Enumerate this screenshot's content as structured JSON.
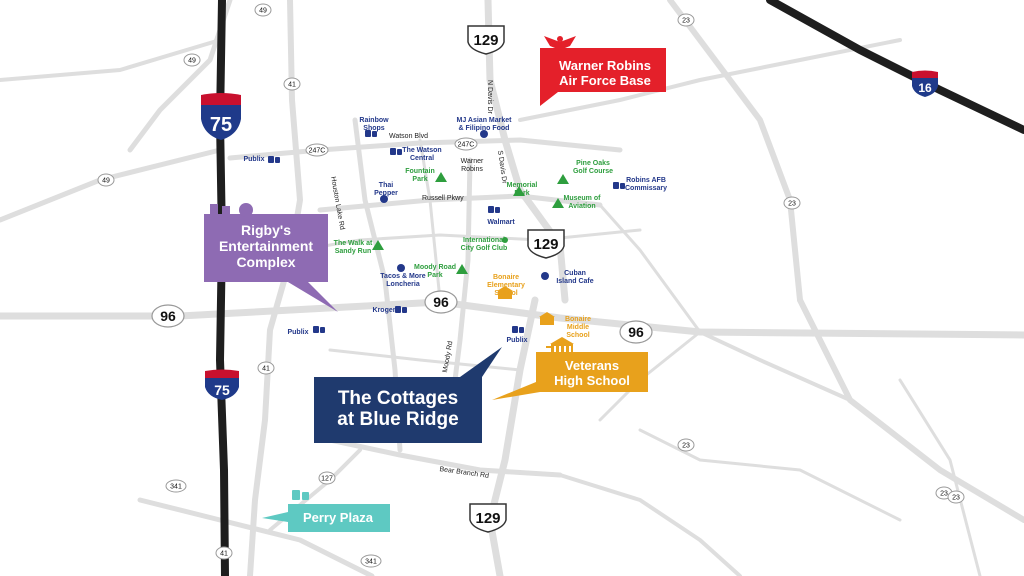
{
  "colors": {
    "road": "#dedede",
    "interstate_blue": "#1f3a8a",
    "interstate_red": "#c8102e",
    "callout_purple": "#8e6bb3",
    "callout_red": "#e4202a",
    "callout_navy": "#1f3a6e",
    "callout_gold": "#e8a11c",
    "callout_teal": "#5ec9c2",
    "poi_green": "#2e9e3e",
    "poi_blue": "#23388a",
    "poi_orange": "#e8a11c"
  },
  "callouts": {
    "warner": "Warner Robins\nAir Force Base",
    "rigby": "Rigby's\nEntertainment\nComplex",
    "cottages": "The Cottages\nat Blue Ridge",
    "veterans": "Veterans\nHigh School",
    "perry": "Perry Plaza"
  },
  "interstates": {
    "i75_top": "75",
    "i75_bottom": "75",
    "i16": "16"
  },
  "us_shields": {
    "us129_top": "129",
    "us129_mid": "129",
    "us129_bottom": "129"
  },
  "state_routes": {
    "sr49_a": "49",
    "sr49_b": "49",
    "sr49_c": "49",
    "sr41_a": "41",
    "sr41_b": "41",
    "sr41_c": "41",
    "sr23_a": "23",
    "sr23_b": "23",
    "sr23_c": "23",
    "sr23_d": "23",
    "sr23_e": "23",
    "sr96_a": "96",
    "sr96_b": "96",
    "sr96_c": "96",
    "sr341_a": "341",
    "sr341_b": "341",
    "sr247c_a": "247C",
    "sr247c_b": "247C",
    "sr127": "127"
  },
  "roads": {
    "watson": "Watson Blvd",
    "russell": "Russell Pkwy",
    "houston_lake": "Houston Lake Rd",
    "n_davis": "N Davis Dr",
    "s_davis": "S Davis Dr",
    "moody": "Moody Rd",
    "bear_branch": "Bear Branch Rd"
  },
  "places": {
    "warner_robins": "Warner\nRobins",
    "rainbow": "Rainbow\nShops",
    "mj_asian": "MJ Asian Market\n& Filipino Food",
    "watson_central": "The Watson\nCentral",
    "publix_1": "Publix",
    "publix_2": "Publix",
    "publix_3": "Publix",
    "fountain_park": "Fountain\nPark",
    "thai_pepper": "Thai\nPepper",
    "pine_oaks": "Pine Oaks\nGolf Course",
    "robins_commissary": "Robins AFB\nCommissary",
    "memorial_park": "Memorial\nPark",
    "museum": "Museum of\nAviation",
    "walmart": "Walmart",
    "walk_sandy": "The Walk at\nSandy Run",
    "intl_golf": "International\nCity Golf Club",
    "tacos": "Tacos & More\nLoncheria",
    "moody_park": "Moody Road\nPark",
    "cuban": "Cuban\nIsland Cafe",
    "bonaire_elem": "Bonaire\nElementary School",
    "kroger": "Kroger",
    "bonaire_middle": "Bonaire\nMiddle School"
  }
}
